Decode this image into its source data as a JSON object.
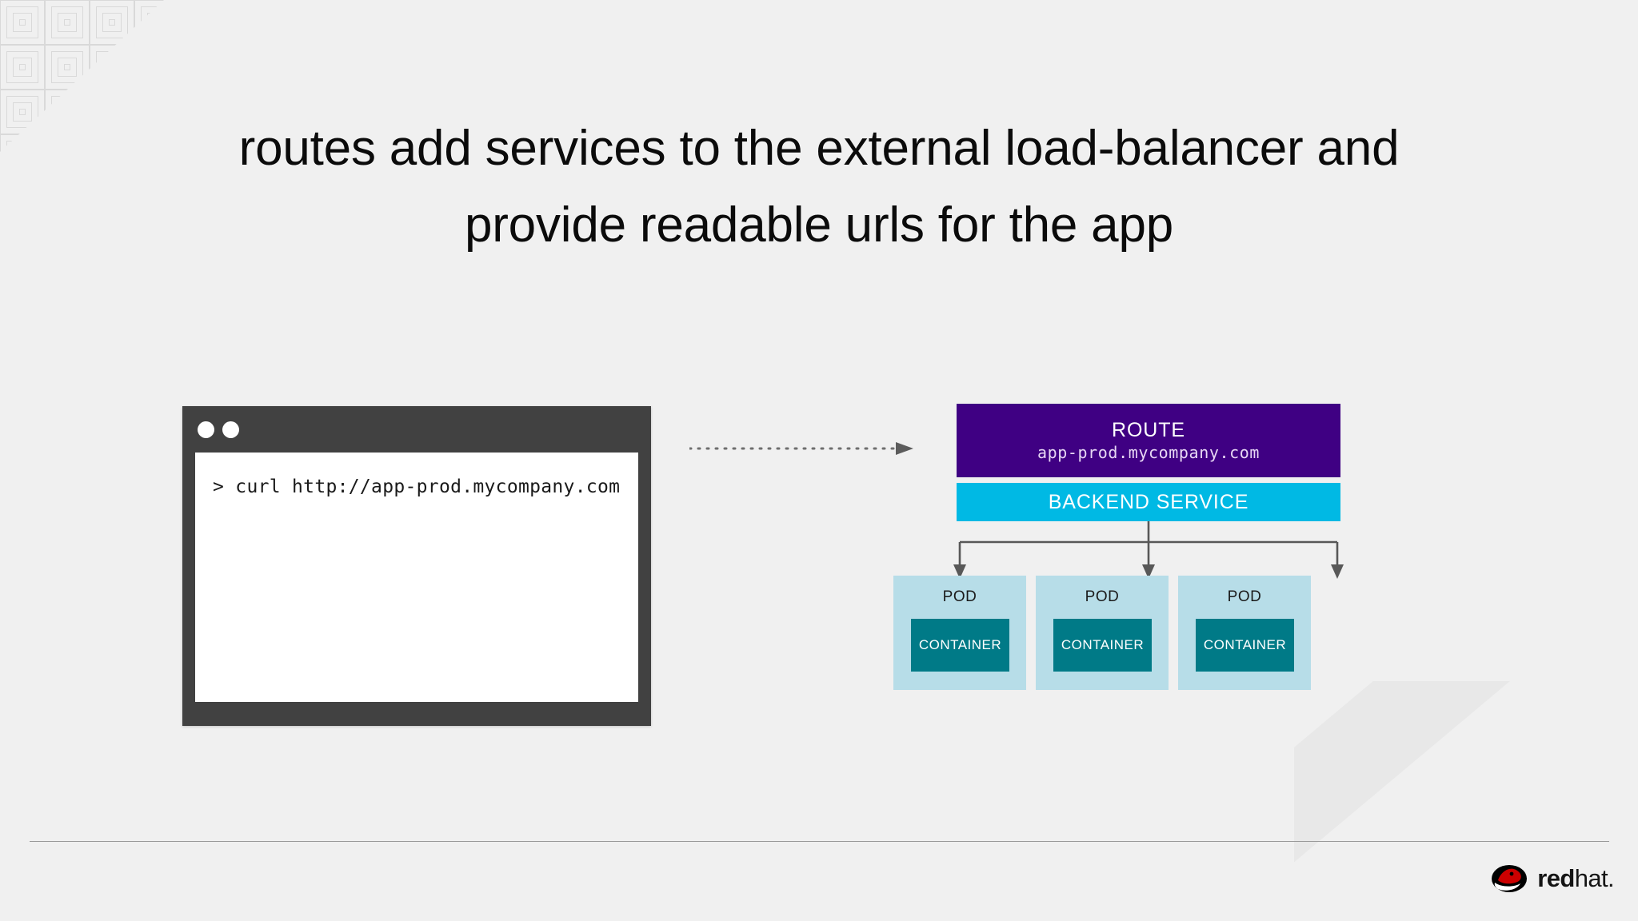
{
  "slide": {
    "background_color": "#f0f0f0",
    "title_lines": [
      "routes add services to the external load-balancer and",
      "provide readable urls for the app"
    ]
  },
  "terminal": {
    "title_bar_color": "#414141",
    "screen_color": "#ffffff",
    "dot_color": "#ffffff",
    "command": "> curl http://app-prod.mycompany.com"
  },
  "connector": {
    "style": "dotted-arrow",
    "direction": "left-to-right",
    "color": "#6e6e6e"
  },
  "diagram": {
    "route": {
      "title": "ROUTE",
      "hostname": "app-prod.mycompany.com",
      "color": "#3f0083",
      "text_color": "#ffffff"
    },
    "service": {
      "title": "BACKEND SERVICE",
      "color": "#00b9e4",
      "text_color": "#ffffff"
    },
    "pods": [
      {
        "label": "POD",
        "container_label": "CONTAINER"
      },
      {
        "label": "POD",
        "container_label": "CONTAINER"
      },
      {
        "label": "POD",
        "container_label": "CONTAINER"
      }
    ],
    "pod_color": "#b7dde8",
    "container_color": "#007a87",
    "branch_color": "#585858"
  },
  "footer": {
    "logo_bold": "red",
    "logo_regular": "hat.",
    "rule_color": "#9a9a9a"
  }
}
